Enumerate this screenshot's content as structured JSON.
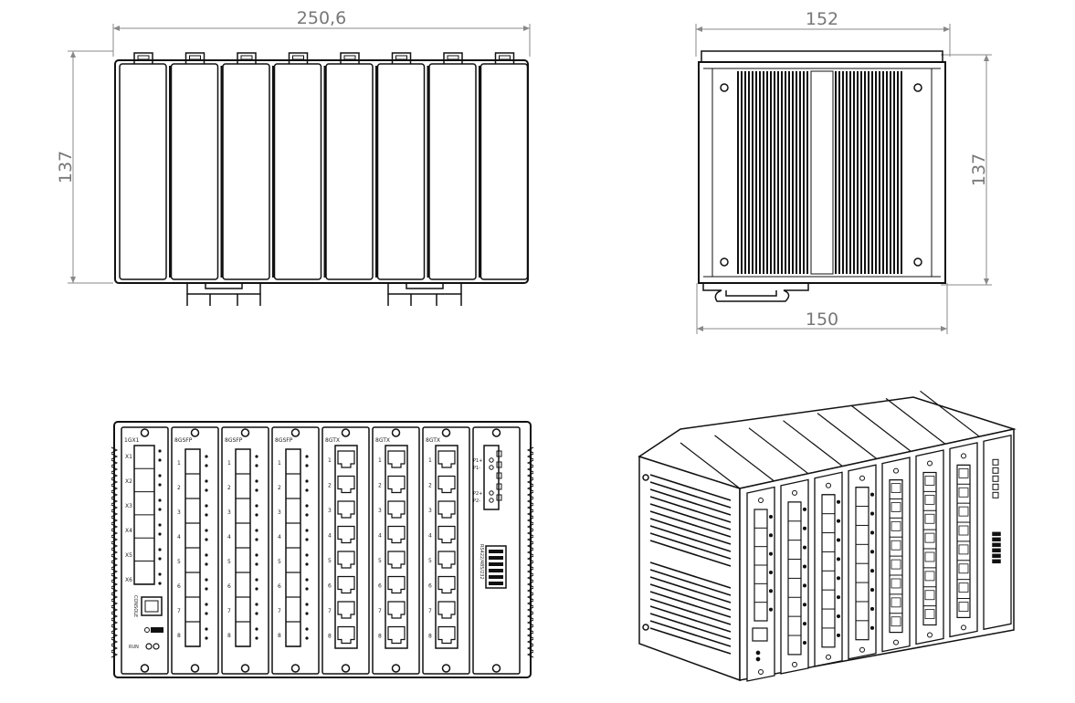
{
  "dimensions": {
    "front_width": "250,6",
    "front_height": "137",
    "side_top_width": "152",
    "side_height": "137",
    "side_bottom_width": "150"
  },
  "front_view": {
    "modules": [
      {
        "header": "1GX1",
        "rows": [
          "X1",
          "X2",
          "X3",
          "X4",
          "X5",
          "X6"
        ],
        "kind": "cpu"
      },
      {
        "header": "8GSFP",
        "rows": [
          "1",
          "2",
          "3",
          "4",
          "5",
          "6",
          "7",
          "8"
        ],
        "kind": "sfp"
      },
      {
        "header": "8GSFP",
        "rows": [
          "1",
          "2",
          "3",
          "4",
          "5",
          "6",
          "7",
          "8"
        ],
        "kind": "sfp"
      },
      {
        "header": "8GSFP",
        "rows": [
          "1",
          "2",
          "3",
          "4",
          "5",
          "6",
          "7",
          "8"
        ],
        "kind": "sfp"
      },
      {
        "header": "8GTX",
        "rows": [
          "1",
          "2",
          "3",
          "4",
          "5",
          "6",
          "7",
          "8"
        ],
        "kind": "tx"
      },
      {
        "header": "8GTX",
        "rows": [
          "1",
          "2",
          "3",
          "4",
          "5",
          "6",
          "7",
          "8"
        ],
        "kind": "tx"
      },
      {
        "header": "8GTX",
        "rows": [
          "1",
          "2",
          "3",
          "4",
          "5",
          "6",
          "7",
          "8"
        ],
        "kind": "tx"
      },
      {
        "header": "",
        "rows": [],
        "kind": "power"
      }
    ],
    "console_label": "CONSOLE",
    "run_label": "RUN",
    "power_labels": [
      "P1+",
      "P1-",
      "P2+",
      "P2-"
    ],
    "serial_label": "RS422/485/232"
  }
}
